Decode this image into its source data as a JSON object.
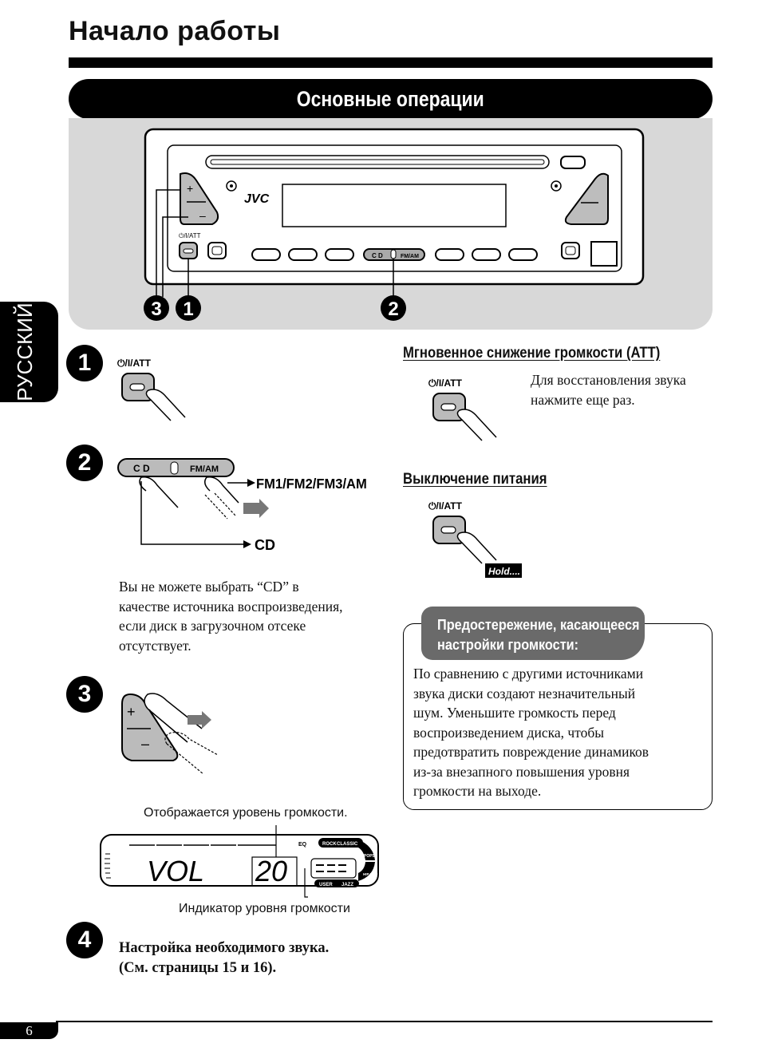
{
  "header": {
    "title": "Начало работы"
  },
  "section": {
    "title": "Основные операции"
  },
  "side_tab": {
    "label": "РУССКИЙ"
  },
  "device": {
    "brand": "JVC",
    "power_label": "⏻/I/ATT",
    "source_button_label_cd": "C D",
    "source_button_label_fm": "FM/AM",
    "callouts": [
      "3",
      "1",
      "2"
    ]
  },
  "steps": [
    {
      "number": "1",
      "button_label": "⏻/I/ATT"
    },
    {
      "number": "2",
      "button_label_cd": "C D",
      "button_label_fm": "FM/AM",
      "arrow_fm": "FM1/FM2/FM3/AM",
      "arrow_cd": "CD",
      "note_lines": [
        "Вы не можете выбрать “CD” в",
        "качестве источника воспроизведения,",
        "если диск в загрузочном отсеке",
        "отсутствует."
      ]
    },
    {
      "number": "3",
      "display_caption_top": "Отображается уровень громкости.",
      "display_text": "VOL",
      "display_value": "20",
      "display_caption_bottom": "Индикатор уровня громкости",
      "eq_labels": [
        "EQ",
        "ROCK",
        "CLASSIC",
        "POPS",
        "HIP HOP",
        "USER",
        "JAZZ"
      ]
    },
    {
      "number": "4",
      "text_lines": [
        "Настройка необходимого звука.",
        "(См. страницы 15 и 16)."
      ]
    }
  ],
  "att": {
    "heading": "Мгновенное снижение громкости (ATT)",
    "button_label": "⏻/I/ATT",
    "text_lines": [
      "Для восстановления звука",
      "нажмите еще раз."
    ]
  },
  "power_off": {
    "heading": "Выключение питания",
    "button_label": "⏻/I/ATT",
    "hold_label": "Hold...."
  },
  "caution": {
    "heading_lines": [
      "Предостережение, касающееся",
      "настройки громкости:"
    ],
    "text_lines": [
      "По сравнению с другими источниками",
      "звука диски создают незначительный",
      "шум. Уменьшите громкость перед",
      "воспроизведением диска, чтобы",
      "предотвратить повреждение динамиков",
      "из-за внезапного повышения уровня",
      "громкости на выходе."
    ]
  },
  "footer": {
    "page_number": "6"
  }
}
